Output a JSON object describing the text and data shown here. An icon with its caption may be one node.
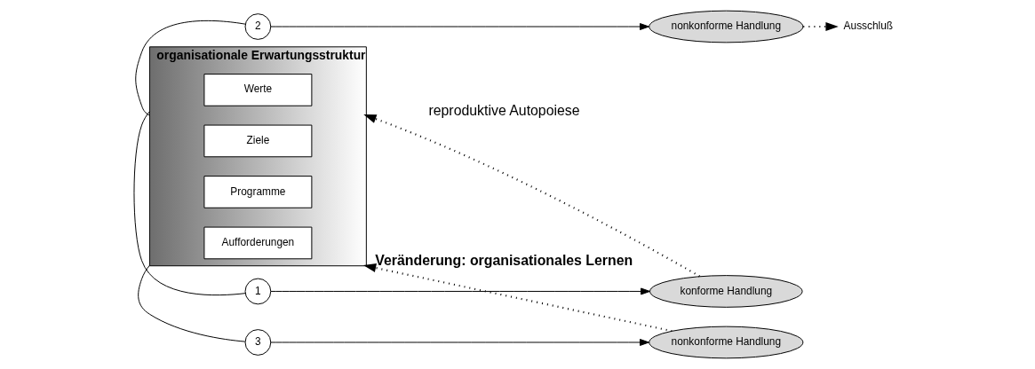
{
  "diagram": {
    "nodes": [
      {
        "text": [
          "organisationale Erwartungsstruktur"
        ]
      },
      {
        "text": [
          "Werte"
        ],
        "in": 0
      },
      {
        "text": [
          "Ziele"
        ],
        "in": 0
      },
      {
        "text": [
          "Programme"
        ],
        "in": 0
      },
      {
        "text": [
          "Aufforderungen"
        ],
        "in": 0
      },
      {
        "text": [
          "1"
        ]
      },
      {
        "text": [
          "konforme Handlung"
        ]
      },
      {
        "text": [
          "2"
        ]
      },
      {
        "text": [
          "nonkonforme Handlung"
        ]
      },
      {
        "text": [
          "3"
        ]
      },
      {
        "text": [
          "nonkonforme Handlung"
        ]
      },
      {
        "text": [
          "Ausschluß"
        ]
      }
    ],
    "edges": [
      {
        "from": 0,
        "to": 5,
        "arrow": "none"
      },
      {
        "from": 5,
        "to": 6,
        "arrow": "to"
      },
      {
        "from": 0,
        "to": 7,
        "arrow": "none"
      },
      {
        "from": 7,
        "to": 8,
        "arrow": "to"
      },
      {
        "from": 0,
        "to": 9,
        "arrow": "none"
      },
      {
        "from": 9,
        "to": 10,
        "arrow": "to"
      },
      {
        "from": 6,
        "to": 0,
        "arrow": "to",
        "style": "dashed",
        "label": "reproduktive Autopoiese"
      },
      {
        "from": 8,
        "to": 11,
        "arrow": "to",
        "style": "dashed"
      },
      {
        "from": 10,
        "to": 0,
        "arrow": "to",
        "style": "dashed",
        "label": "Veränderung: organisationales Lernen"
      }
    ]
  }
}
